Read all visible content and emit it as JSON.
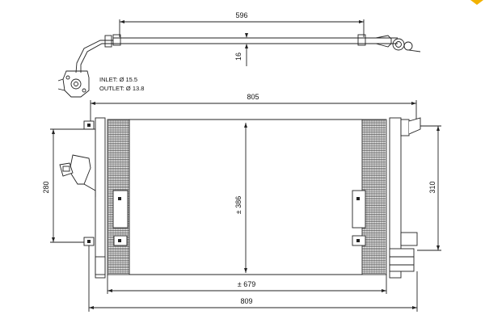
{
  "dimensions": {
    "pipe_length": "596",
    "pipe_height": "16",
    "total_width_top": "805",
    "core_height": "± 386",
    "left_height": "280",
    "right_height": "310",
    "core_width": "± 679",
    "total_width_bottom": "809"
  },
  "notes": {
    "inlet": "INLET: Ø 15.5",
    "outlet": "OUTLET: Ø 13.8"
  },
  "colors": {
    "line": "#222222",
    "fin": "#444444",
    "accent": "#f2b200"
  }
}
